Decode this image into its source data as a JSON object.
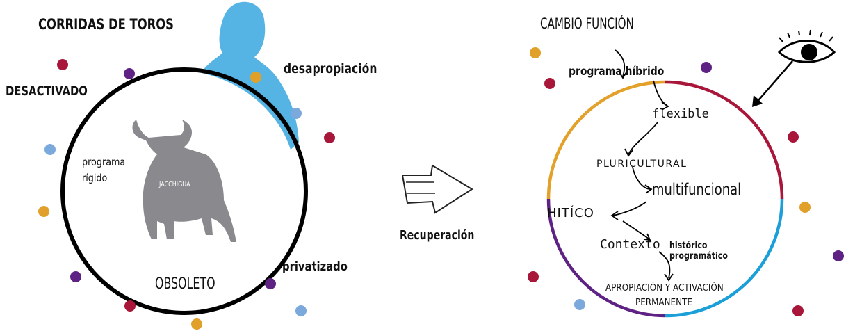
{
  "left": {
    "title": "CORRIDAS DE TOROS",
    "state_deactivated": "DESACTIVADO",
    "state_obsolete": "OBSOLETO",
    "dispossession": "desapropiación",
    "privatized": "privatizado",
    "program_line1": "programa",
    "program_line2": "rígido",
    "bull_label": "JACCHIGUA"
  },
  "center": {
    "recovery": "Recuperación"
  },
  "right": {
    "change": "CAMBIO FUNCIÓN",
    "hybrid": "programa híbrido",
    "flexible": "flexible",
    "pluricultural": "PLURICULTURAL",
    "multifunctional": "multifuncional",
    "hitico": "HITÍCO",
    "context": "Contexto",
    "historic": "histórico",
    "programmatic": "programático",
    "appropriation": "APROPIACIÓN Y ACTIVACIÓN",
    "permanent": "PERMANENTE"
  },
  "colors": {
    "red": "#a8173a",
    "purple": "#5e2184",
    "blue": "#7ba9dc",
    "orange": "#e0a02a",
    "silhouette": "#55b4e4",
    "bull": "#8a8a8e",
    "ring_orange": "#e3a12a",
    "ring_red": "#a8173a",
    "ring_blue": "#1a9fd8",
    "ring_purple": "#5e2184"
  }
}
